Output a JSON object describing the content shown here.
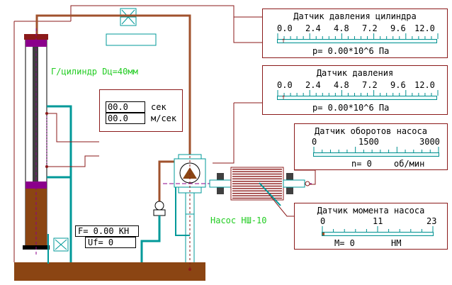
{
  "cylinder_label": "Г/цилиндр Dц=40мм",
  "pump_label": "Насос НШ-10",
  "timer": {
    "time_value": "00.0",
    "time_unit": "сек",
    "speed_value": "00.0",
    "speed_unit": "м/сек"
  },
  "force": {
    "f_text": "F= 0.00 КН",
    "uf_text": "Uf= 0"
  },
  "sensor_cyl_pressure": {
    "title": "Датчик давления цилиндра",
    "scale": [
      "0.0",
      "2.4",
      "4.8",
      "7.2",
      "9.6",
      "12.0"
    ],
    "readout": "p=  0.00*10^6 Па",
    "value_fraction": 0
  },
  "sensor_pressure": {
    "title": "Датчик  давления",
    "scale": [
      "0.0",
      "2.4",
      "4.8",
      "7.2",
      "9.6",
      "12.0"
    ],
    "readout": "p=  0.00*10^6 Па",
    "value_fraction": 0
  },
  "sensor_rpm": {
    "title": "Датчик оборотов насоса",
    "scale": [
      "0",
      "1500",
      "3000"
    ],
    "readout_value": "n= 0",
    "readout_unit": "об/мин",
    "value_fraction": 0
  },
  "sensor_torque": {
    "title": "Датчик момента насоса",
    "scale": [
      "0",
      "11",
      "23"
    ],
    "readout_value": "M= 0",
    "readout_unit": "НМ",
    "value_fraction": 0.02
  },
  "colors": {
    "frame": "#8b1a1a",
    "oil": "#a0522d",
    "hydro": "#009999",
    "piston": "#8b008b",
    "motor": "#8b1a1a",
    "ground": "#8b4513"
  }
}
